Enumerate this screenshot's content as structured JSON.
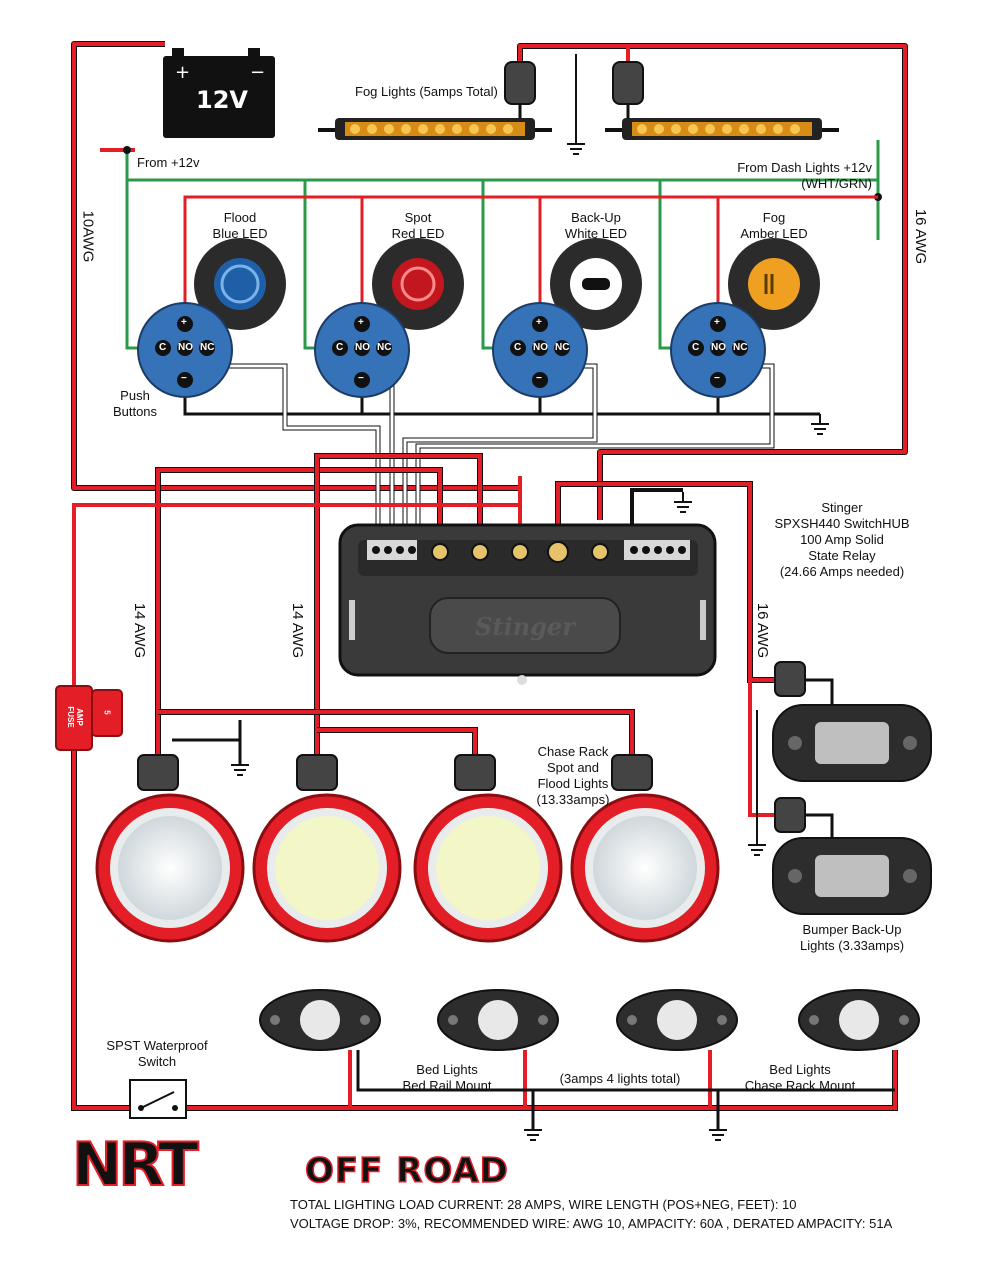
{
  "battery": {
    "label": "12V",
    "plus": "+",
    "minus": "−"
  },
  "fog_lights_label": "Fog Lights (5amps Total)",
  "from_12v": "From +12v",
  "from_dash": {
    "line1": "From Dash Lights +12v",
    "line2": "(WHT/GRN)"
  },
  "wire_gauges": {
    "left": "10AWG",
    "right": "16 AWG",
    "chase1": "14 AWG",
    "chase2": "14 AWG",
    "bumper": "16 AWG"
  },
  "switch_leds": [
    {
      "name": "Flood",
      "color": "Blue LED"
    },
    {
      "name": "Spot",
      "color": "Red LED"
    },
    {
      "name": "Back-Up",
      "color": "White LED"
    },
    {
      "name": "Fog",
      "color": "Amber LED"
    }
  ],
  "button_terminals": {
    "c": "C",
    "no": "NO",
    "nc": "NC",
    "plus": "+",
    "minus": "−"
  },
  "push_buttons": {
    "line1": "Push",
    "line2": "Buttons"
  },
  "relay": {
    "line1": "Stinger",
    "line2": "SPXSH440 SwitchHUB",
    "line3": "100 Amp Solid",
    "line4": "State Relay",
    "line5": "(24.66 Amps needed)",
    "logo": "Stinger"
  },
  "fuse": {
    "amp": "5",
    "line1": "AMP",
    "line2": "FUSE"
  },
  "chase_rack": {
    "line1": "Chase Rack",
    "line2": "Spot and",
    "line3": "Flood Lights",
    "line4": "(13.33amps)"
  },
  "bumper": {
    "line1": "Bumper Back-Up",
    "line2": "Lights (3.33amps)"
  },
  "spst": {
    "line1": "SPST Waterproof",
    "line2": "Switch"
  },
  "bed_rail": {
    "line1": "Bed Lights",
    "line2": "Bed Rail Mount"
  },
  "bed_chase": {
    "line1": "Bed Lights",
    "line2": "Chase Rack Mount"
  },
  "bed_total": "(3amps 4 lights total)",
  "brand": {
    "main": "NRT",
    "sub": "OFF ROAD"
  },
  "footer": {
    "line1": "TOTAL LIGHTING  LOAD CURRENT: 28 AMPS, WIRE LENGTH (POS+NEG, FEET): 10",
    "line2": "VOLTAGE DROP: 3%, RECOMMENDED WIRE: AWG 10, AMPACITY: 60A , DERATED AMPACITY: 51A"
  },
  "colors": {
    "red": "#e31e26",
    "green": "#2a9a48",
    "black": "#111111",
    "blue": "#3572b8",
    "amber": "#f0a020"
  }
}
